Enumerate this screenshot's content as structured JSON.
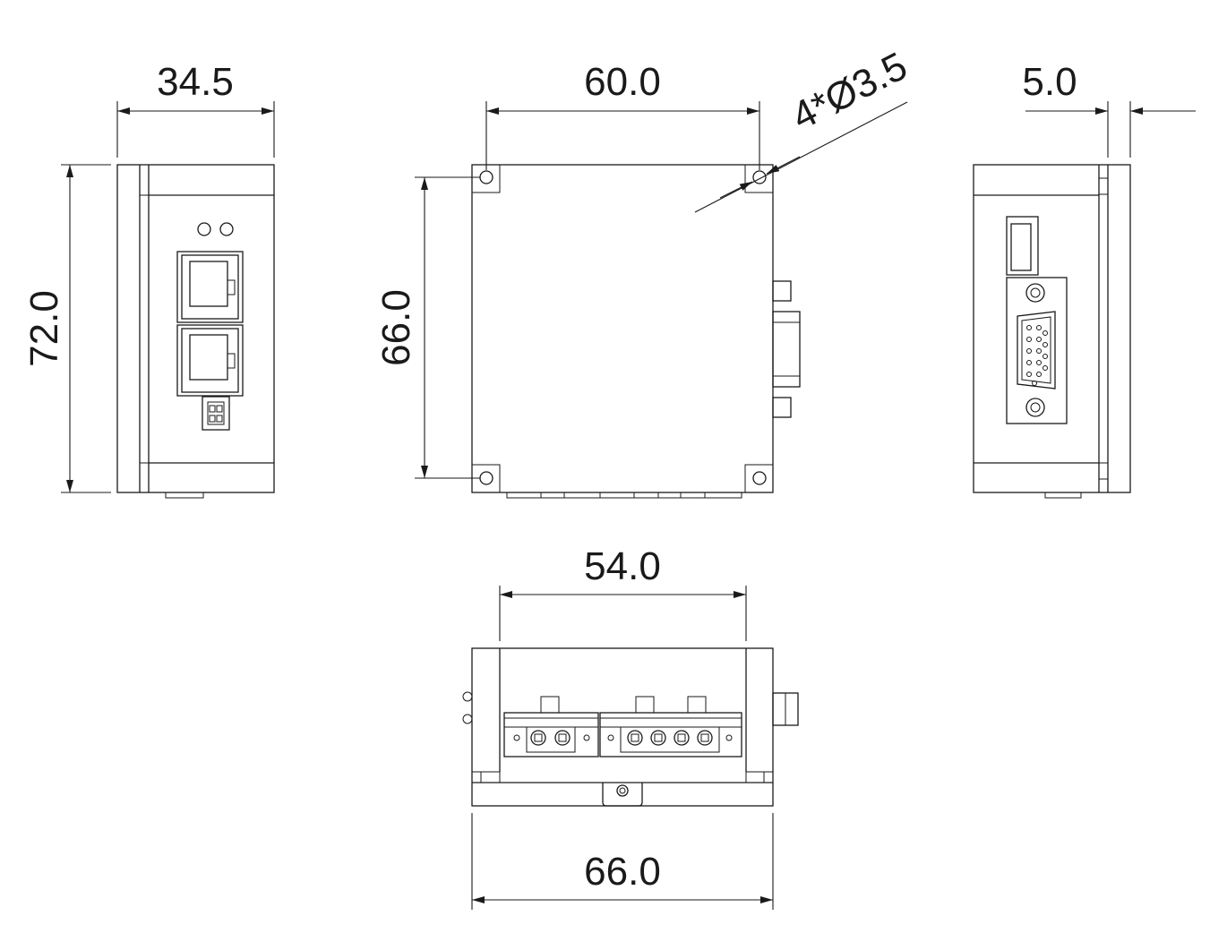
{
  "dimensions": {
    "front_width": "34.5",
    "front_height": "72.0",
    "top_width": "60.0",
    "hole_spec": "4*Ø3.5",
    "top_height": "66.0",
    "side_offset": "5.0",
    "bottom_inner_width": "54.0",
    "bottom_outer_width": "66.0"
  },
  "colors": {
    "line": "#1a1a1a",
    "background": "#ffffff"
  }
}
